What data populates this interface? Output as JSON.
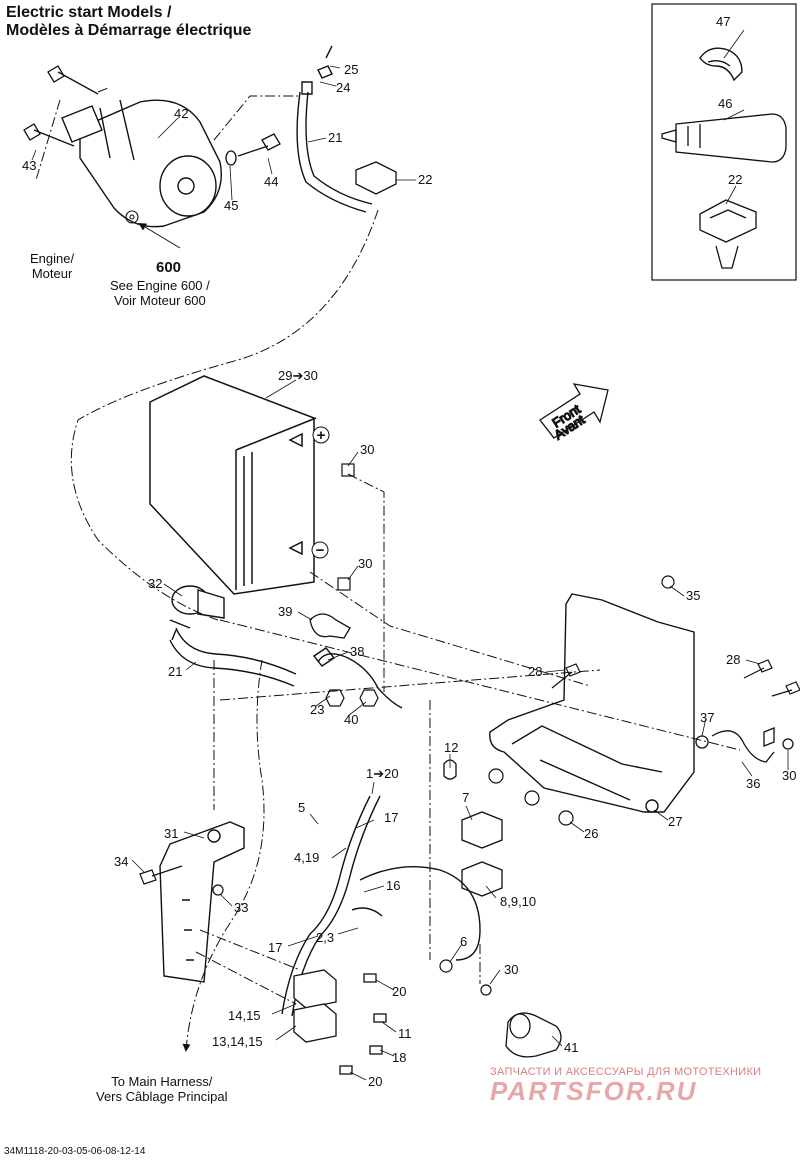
{
  "header": {
    "title_line1": "Electric start Models /",
    "title_line2": "Modèles à Démarrage électrique"
  },
  "notes": {
    "engine": "Engine/\nMoteur",
    "ref_number": "600",
    "see_engine": "See Engine 600 /\nVoir Moteur 600",
    "to_main": "To Main Harness/\nVers Câblage Principal",
    "front_arrow": "Front\nAvant",
    "plus": "+",
    "minus": "−"
  },
  "callouts": [
    "47",
    "46",
    "22",
    "25",
    "24",
    "21",
    "22",
    "42",
    "43",
    "44",
    "45",
    "29➔30",
    "30",
    "30",
    "32",
    "39",
    "38",
    "21",
    "23",
    "40",
    "35",
    "28",
    "28",
    "37",
    "36",
    "30",
    "12",
    "1➔20",
    "7",
    "5",
    "17",
    "31",
    "34",
    "4,19",
    "33",
    "16",
    "8,9,10",
    "17",
    "2,3",
    "6",
    "30",
    "20",
    "14,15",
    "11",
    "13,14,15",
    "18",
    "20",
    "41",
    "26",
    "27"
  ],
  "watermark": {
    "tagline": "ЗАПЧАСТИ И АКСЕССУАРЫ ДЛЯ МОТОТЕХНИКИ",
    "logo": "PARTSFOR.RU"
  },
  "footer": {
    "code": "34M1118-20-03-05-06-08-12-14"
  }
}
